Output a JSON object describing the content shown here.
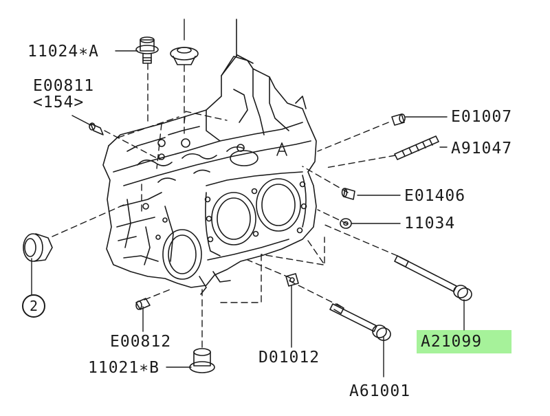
{
  "parts": {
    "p_11024A": "11024∗A",
    "p_E00811": "E00811",
    "p_E00811_qty": "<154>",
    "p_E01007": "E01007",
    "p_A91047": "A91047",
    "p_E01406": "E01406",
    "p_11034": "11034",
    "p_A21099": "A21099",
    "p_E00812": "E00812",
    "p_D01012": "D01012",
    "p_11021B": "11021∗B",
    "p_A61001": "A61001",
    "p_ref2": "2",
    "p_block_letter": "A"
  },
  "highlight": {
    "part": "A21099",
    "color": "#a6f29a"
  }
}
